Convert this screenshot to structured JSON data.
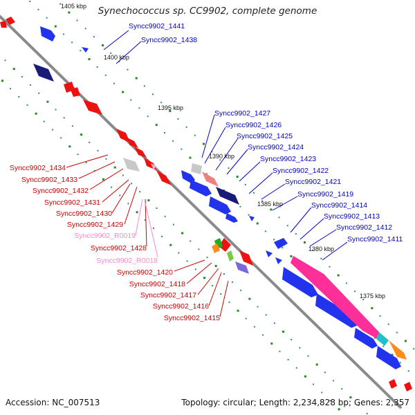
{
  "title": "Synechococcus sp. CC9902, complete genome",
  "footer": {
    "accession": "Accession: NC_007513",
    "summary": "Topology: circular; Length: 2,234,828 bp; Genes: 2,357"
  },
  "colors": {
    "axis": "#888888",
    "forward_gene": "#0000ee",
    "reverse_gene": "#ee0000",
    "rna_label": "#ff88c8",
    "tick": "#228b22"
  },
  "kbp_ticks": [
    "1405 kbp",
    "1400 kbp",
    "1395 kbp",
    "1390 kbp",
    "1385 kbp",
    "1380 kbp",
    "1375 kbp"
  ],
  "forward_labels": [
    "Syncc9902_1441",
    "Syncc9902_1438",
    "Syncc9902_1427",
    "Syncc9902_1426",
    "Syncc9902_1425",
    "Syncc9902_1424",
    "Syncc9902_1423",
    "Syncc9902_1422",
    "Syncc9902_1421",
    "Syncc9902_1419",
    "Syncc9902_1414",
    "Syncc9902_1413",
    "Syncc9902_1412",
    "Syncc9902_1411"
  ],
  "reverse_labels": [
    "Syncc9902_1434",
    "Syncc9902_1433",
    "Syncc9902_1432",
    "Syncc9902_1431",
    "Syncc9902_1430",
    "Syncc9902_1429",
    "Syncc9902_R0019",
    "Syncc9902_1428",
    "Syncc9902_R0018",
    "Syncc9902_1420",
    "Syncc9902_1418",
    "Syncc9902_1417",
    "Syncc9902_1416",
    "Syncc9902_1415"
  ]
}
